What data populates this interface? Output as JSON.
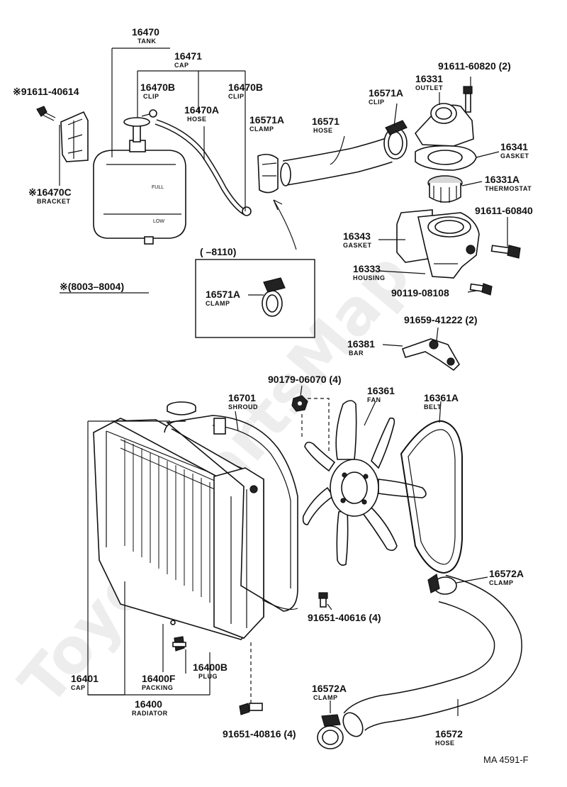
{
  "watermark": "ToyotaPartsMap",
  "drawing_code": "MA 4591-F",
  "date_notes": {
    "range_a": "※(8003–8004)",
    "inset_range": "(      –8110)"
  },
  "labels": {
    "p16470": {
      "number": "16470",
      "name": "TANK"
    },
    "p16471": {
      "number": "16471",
      "name": "CAP"
    },
    "p16470b_l": {
      "number": "16470B",
      "name": "CLIP"
    },
    "p16470b_r": {
      "number": "16470B",
      "name": "CLIP"
    },
    "p16470a": {
      "number": "16470A",
      "name": "HOSE"
    },
    "p91611_40614": {
      "number": "※91611-40614",
      "name": ""
    },
    "p16470c": {
      "number": "※16470C",
      "name": "BRACKET"
    },
    "p16571a_clamp": {
      "number": "16571A",
      "name": "CLAMP"
    },
    "p16571": {
      "number": "16571",
      "name": "HOSE"
    },
    "p16571a_clip": {
      "number": "16571A",
      "name": "CLIP"
    },
    "p16331": {
      "number": "16331",
      "name": "OUTLET"
    },
    "p91611_60820": {
      "number": "91611-60820 (2)",
      "name": ""
    },
    "p16341": {
      "number": "16341",
      "name": "GASKET"
    },
    "p16331a": {
      "number": "16331A",
      "name": "THERMOSTAT"
    },
    "p91611_60840": {
      "number": "91611-60840",
      "name": ""
    },
    "p16343": {
      "number": "16343",
      "name": "GASKET"
    },
    "p16333": {
      "number": "16333",
      "name": "HOUSING"
    },
    "p90119": {
      "number": "90119-08108",
      "name": ""
    },
    "p16571a_inset": {
      "number": "16571A",
      "name": "CLAMP"
    },
    "p91659": {
      "number": "91659-41222 (2)",
      "name": ""
    },
    "p16381": {
      "number": "16381",
      "name": "BAR"
    },
    "p90179": {
      "number": "90179-06070 (4)",
      "name": ""
    },
    "p16701": {
      "number": "16701",
      "name": "SHROUD"
    },
    "p16361": {
      "number": "16361",
      "name": "FAN"
    },
    "p16361a": {
      "number": "16361A",
      "name": "BELT"
    },
    "p16572a_r": {
      "number": "16572A",
      "name": "CLAMP"
    },
    "p91651_40616": {
      "number": "91651-40616 (4)",
      "name": ""
    },
    "p16401": {
      "number": "16401",
      "name": "CAP"
    },
    "p16400f": {
      "number": "16400F",
      "name": "PACKING"
    },
    "p16400b": {
      "number": "16400B",
      "name": "PLUG"
    },
    "p16400": {
      "number": "16400",
      "name": "RADIATOR"
    },
    "p16572a_b": {
      "number": "16572A",
      "name": "CLAMP"
    },
    "p91651_40816": {
      "number": "91651-40816 (4)",
      "name": ""
    },
    "p16572": {
      "number": "16572",
      "name": "HOSE"
    }
  },
  "tank_marks": {
    "full": "FULL",
    "low": "LOW"
  }
}
